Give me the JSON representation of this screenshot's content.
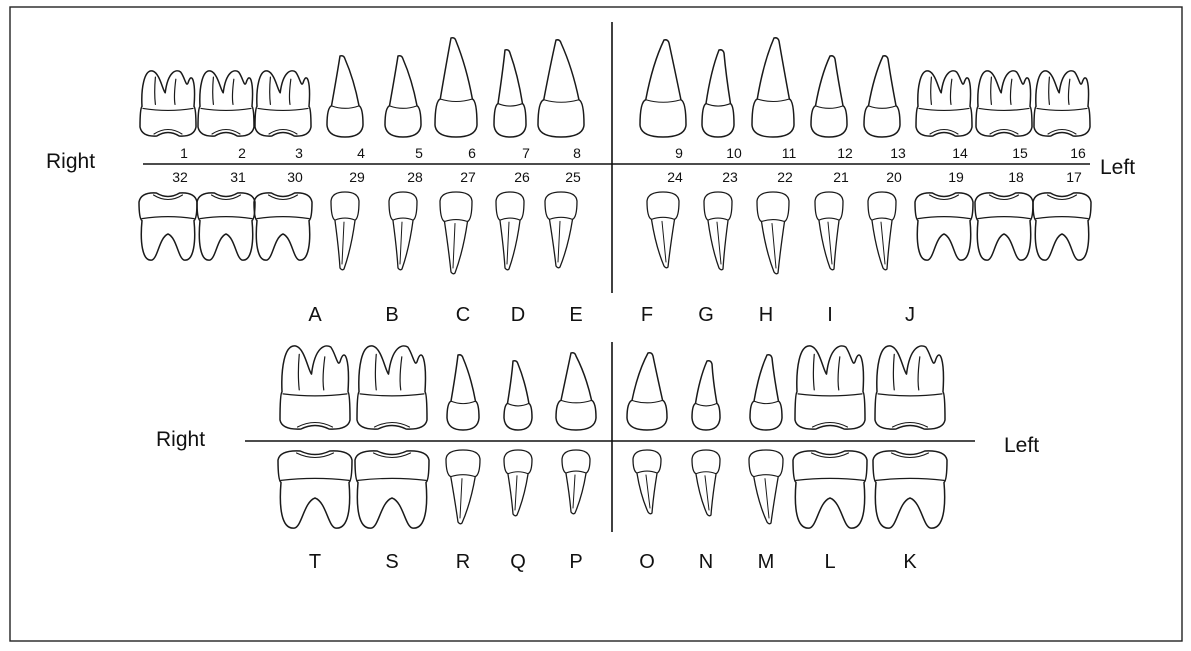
{
  "permanent": {
    "right_label": "Right",
    "left_label": "Left",
    "upper": [
      {
        "n": "1",
        "t": "molar"
      },
      {
        "n": "2",
        "t": "molar"
      },
      {
        "n": "3",
        "t": "molar"
      },
      {
        "n": "4",
        "t": "premolar"
      },
      {
        "n": "5",
        "t": "premolar"
      },
      {
        "n": "6",
        "t": "canine"
      },
      {
        "n": "7",
        "t": "lateral"
      },
      {
        "n": "8",
        "t": "central"
      },
      {
        "n": "9",
        "t": "central"
      },
      {
        "n": "10",
        "t": "lateral"
      },
      {
        "n": "11",
        "t": "canine"
      },
      {
        "n": "12",
        "t": "premolar"
      },
      {
        "n": "13",
        "t": "premolar"
      },
      {
        "n": "14",
        "t": "molar"
      },
      {
        "n": "15",
        "t": "molar"
      },
      {
        "n": "16",
        "t": "molar"
      }
    ],
    "lower": [
      {
        "n": "32",
        "t": "molar"
      },
      {
        "n": "31",
        "t": "molar"
      },
      {
        "n": "30",
        "t": "molar"
      },
      {
        "n": "29",
        "t": "premolar"
      },
      {
        "n": "28",
        "t": "premolar"
      },
      {
        "n": "27",
        "t": "canine"
      },
      {
        "n": "26",
        "t": "lateral"
      },
      {
        "n": "25",
        "t": "central"
      },
      {
        "n": "24",
        "t": "central"
      },
      {
        "n": "23",
        "t": "lateral"
      },
      {
        "n": "22",
        "t": "canine"
      },
      {
        "n": "21",
        "t": "premolar"
      },
      {
        "n": "20",
        "t": "premolar"
      },
      {
        "n": "19",
        "t": "molar"
      },
      {
        "n": "18",
        "t": "molar"
      },
      {
        "n": "17",
        "t": "molar"
      }
    ]
  },
  "primary": {
    "right_label": "Right",
    "left_label": "Left",
    "upper": [
      {
        "n": "A",
        "t": "molar"
      },
      {
        "n": "B",
        "t": "molar"
      },
      {
        "n": "C",
        "t": "canine"
      },
      {
        "n": "D",
        "t": "lateral"
      },
      {
        "n": "E",
        "t": "central"
      },
      {
        "n": "F",
        "t": "central"
      },
      {
        "n": "G",
        "t": "lateral"
      },
      {
        "n": "H",
        "t": "canine"
      },
      {
        "n": "I",
        "t": "molar"
      },
      {
        "n": "J",
        "t": "molar"
      }
    ],
    "lower": [
      {
        "n": "T",
        "t": "molar"
      },
      {
        "n": "S",
        "t": "molar"
      },
      {
        "n": "R",
        "t": "canine"
      },
      {
        "n": "Q",
        "t": "lateral"
      },
      {
        "n": "P",
        "t": "central"
      },
      {
        "n": "O",
        "t": "central"
      },
      {
        "n": "N",
        "t": "lateral"
      },
      {
        "n": "M",
        "t": "canine"
      },
      {
        "n": "L",
        "t": "molar"
      },
      {
        "n": "K",
        "t": "molar"
      }
    ]
  }
}
